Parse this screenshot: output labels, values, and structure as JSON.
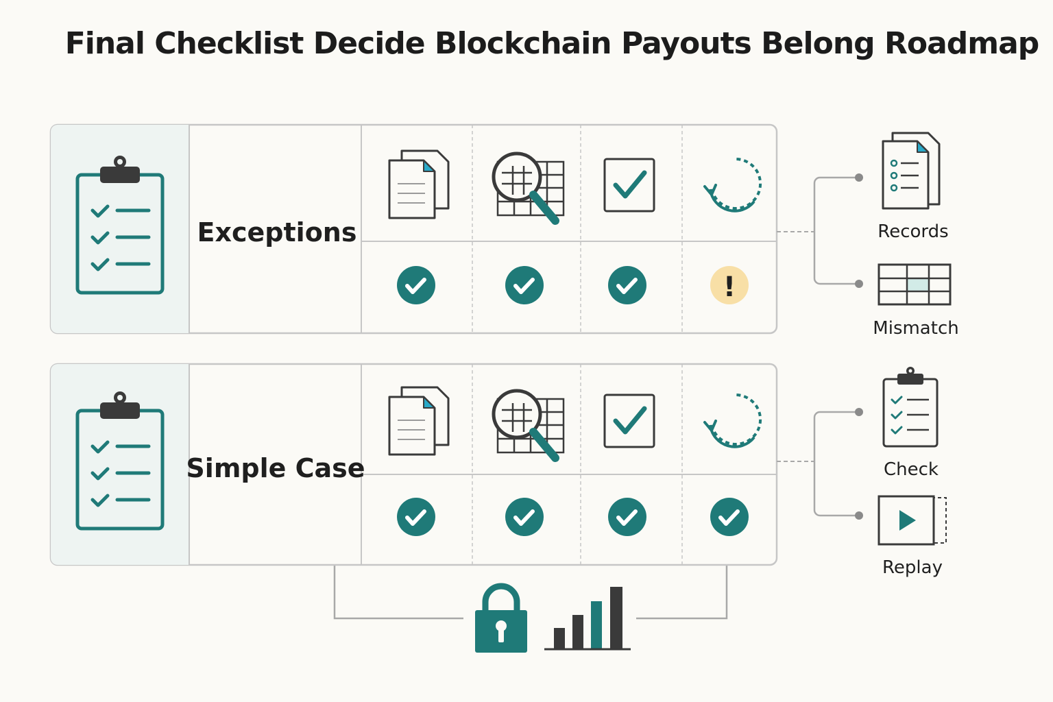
{
  "title": "Final Checklist Decide Blockchain Payouts Belong Roadmap",
  "colors": {
    "teal": "#1f7a78",
    "dark": "#3a3a3a",
    "accent": "#29a9c8",
    "warning_bg": "#f8dfa6",
    "panel_border": "#c6c6c6",
    "panel_left_bg": "#eef4f2"
  },
  "rows": [
    {
      "label": "Exceptions",
      "row_icons": [
        "clipboard-checklist-icon"
      ],
      "step_icons": [
        "documents-icon",
        "magnifier-table-icon",
        "checkbox-icon",
        "refresh-cycle-icon"
      ],
      "statuses": [
        "ok",
        "ok",
        "ok",
        "warning"
      ],
      "warning_glyph": "!",
      "outputs": [
        {
          "label": "Records",
          "icon": "records-documents-icon"
        },
        {
          "label": "Mismatch",
          "icon": "mismatch-table-icon"
        }
      ]
    },
    {
      "label": "Simple Case",
      "row_icons": [
        "clipboard-checklist-icon"
      ],
      "step_icons": [
        "documents-icon",
        "magnifier-table-icon",
        "checkbox-icon",
        "refresh-cycle-icon"
      ],
      "statuses": [
        "ok",
        "ok",
        "ok",
        "ok"
      ],
      "outputs": [
        {
          "label": "Check",
          "icon": "check-clipboard-icon"
        },
        {
          "label": "Replay",
          "icon": "replay-play-icon"
        }
      ]
    }
  ],
  "footer_icons": [
    "lock-icon",
    "bar-chart-icon"
  ]
}
